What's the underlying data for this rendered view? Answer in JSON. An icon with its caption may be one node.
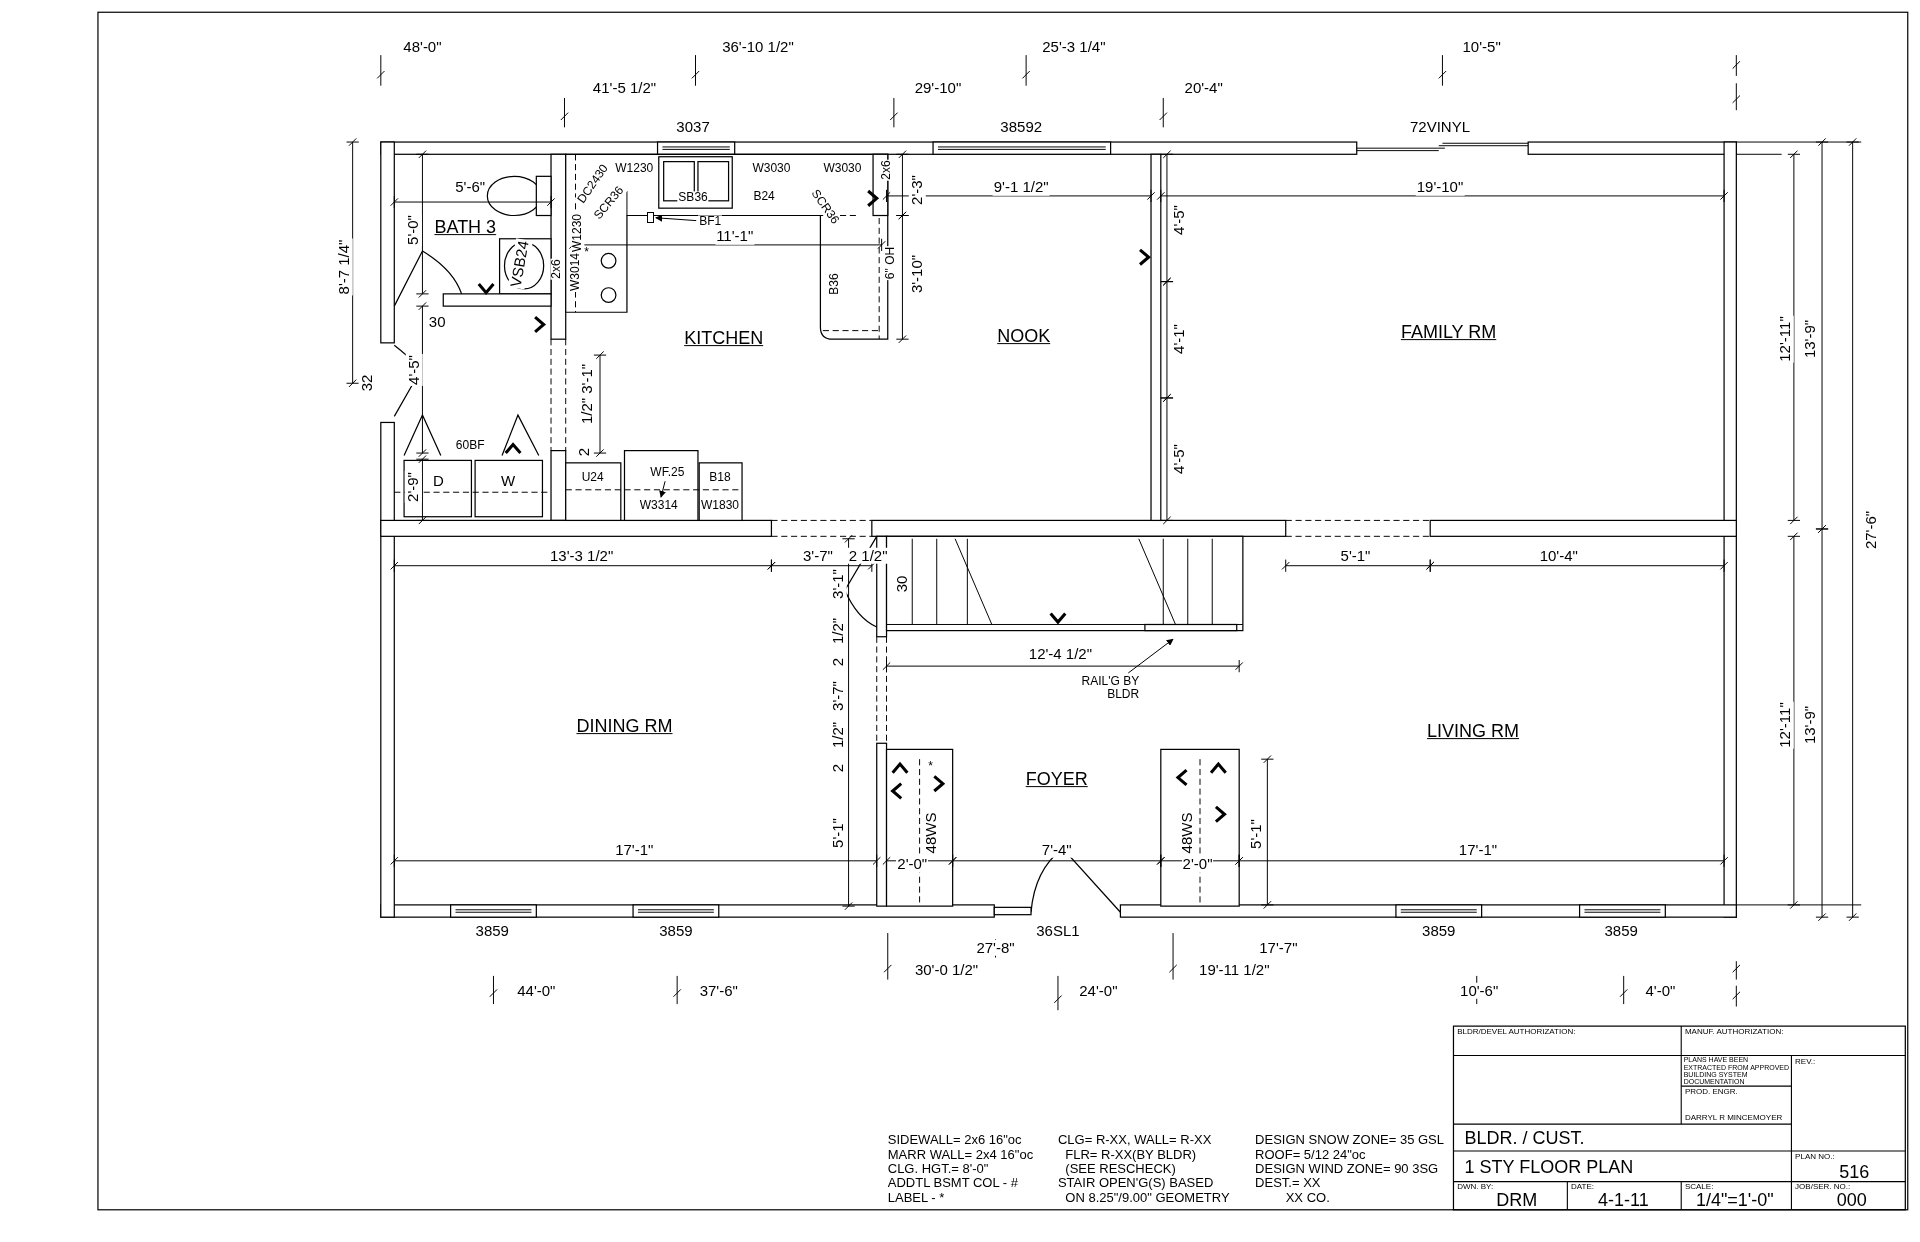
{
  "diagram": {
    "nodes": [
      {
        "text": [
          "BF1"
        ]
      },
      {
        "text": [
          "WF.25"
        ]
      },
      {
        "text": [
          "RAIL'G BY BLDR"
        ]
      },
      {
        "text": [
          "W3314"
        ]
      },
      {
        "text": [],
        "shape": "box"
      }
    ],
    "edges": [
      {
        "from": 0,
        "to": 4,
        "arrow": "to"
      },
      {
        "from": 1,
        "to": 3,
        "arrow": "to"
      },
      {
        "from": 2,
        "to": null,
        "arrow": "to"
      }
    ],
    "labels": [
      "48'-0\"",
      "36'-10 1/2\"",
      "25'-3 1/4\"",
      "10'-5\"",
      "41'-5 1/2\"",
      "29'-10\"",
      "20'-4\"",
      "3037",
      "38592",
      "72VINYL",
      "8'-7 1/4\"",
      "5'-6\"",
      "5'-0\"",
      "BATH 3",
      "VSB24",
      "30",
      "32",
      "4'-5\"",
      "60BF",
      "2'-9\"",
      "D",
      "W",
      "DC2430",
      "W1230",
      "SCR36",
      "SB36",
      "W3030",
      "W3030",
      "2x6",
      "B24",
      "SCR36",
      "W1230",
      "11'-1\"",
      "2'-3\"",
      "2x6",
      "W3014",
      "*",
      "B36",
      "6\" OH",
      "3'-10\"",
      "KITCHEN",
      "1/2\" 3'-1\"",
      "2",
      "U24",
      "B18",
      "W1830",
      "9'-1 1/2\"",
      "NOOK",
      "4'-5\"",
      "4'-1\"",
      "4'-5\"",
      "19'-10\"",
      "FAMILY RM",
      "12'-11\"",
      "13'-9\"",
      "27'-6\"",
      "13'-3 1/2\"",
      "3'-7\"",
      "2 1/2\"",
      "3'-1\"",
      "30",
      "5'-1\"",
      "10'-4\"",
      "1/2\"",
      "2",
      "12'-4 1/2\"",
      "3'-7\"",
      "DINING RM",
      "LIVING RM",
      "12'-11\"",
      "13'-9\"",
      "1/2\"",
      "2",
      "*",
      "FOYER",
      "5'-1\"",
      "48WS",
      "48WS",
      "5'-1\"",
      "17'-1\"",
      "7'-4\"",
      "17'-1\"",
      "2'-0\"",
      "2'-0\"",
      "3859",
      "3859",
      "36SL1",
      "3859",
      "3859",
      "27'-8\"",
      "17'-7\"",
      "30'-0 1/2\"",
      "19'-11 1/2\"",
      "44'-0\"",
      "37'-6\"",
      "24'-0\"",
      "10'-6\"",
      "4'-0\"",
      "SIDEWALL= 2x6 16\"oc",
      "MARR WALL= 2x4 16\"oc",
      "CLG. HGT.= 8'-0\"",
      "ADDTL BSMT COL - #",
      "LABEL - *",
      "CLG= R-XX, WALL= R-XX",
      "FLR= R-XX(BY BLDR)",
      "(SEE RESCHECK)",
      "STAIR OPEN'G(S) BASED",
      "ON 8.25\"/9.00\" GEOMETRY",
      "DESIGN SNOW ZONE= 35 GSL",
      "ROOF= 5/12 24\"oc",
      "DESIGN WIND ZONE= 90 3SG",
      "DEST.= XX",
      "XX CO.",
      "BLDR/DEVEL AUTHORIZATION:",
      "MANUF. AUTHORIZATION:",
      "PLANS HAVE BEEN EXTRACTED FROM APPROVED BUILDING SYSTEM DOCUMENTATION",
      "REV.:",
      "PROD. ENGR.",
      "DARRYL R MINCEMOYER",
      "BLDR. / CUST.",
      "1 STY FLOOR PLAN",
      "PLAN NO.:",
      "516",
      "DWN. BY:",
      "DRM",
      "DATE:",
      "4-1-11",
      "SCALE:",
      "1/4\"=1'-0\"",
      "JOB/SER. NO.:",
      "000"
    ]
  }
}
